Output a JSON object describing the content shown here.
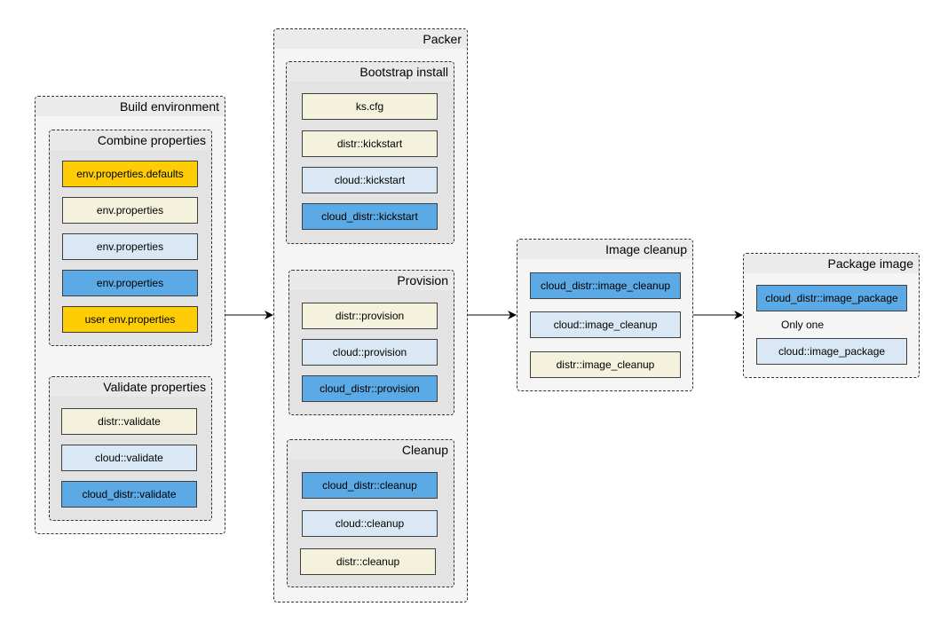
{
  "groups": {
    "build_environment": "Build environment",
    "combine_properties": "Combine properties",
    "validate_properties": "Validate properties",
    "packer": "Packer",
    "bootstrap_install": "Bootstrap install",
    "provision": "Provision",
    "cleanup": "Cleanup",
    "image_cleanup": "Image cleanup",
    "package_image": "Package image"
  },
  "combine": [
    {
      "label": "env.properties.defaults",
      "color": "#ffcd05"
    },
    {
      "label": "env.properties",
      "color": "#f4f1dc"
    },
    {
      "label": "env.properties",
      "color": "#d9e8f4"
    },
    {
      "label": "env.properties",
      "color": "#5ba9e5"
    },
    {
      "label": "user env.properties",
      "color": "#ffcd05"
    }
  ],
  "validate": [
    {
      "label": "distr::validate",
      "color": "#f4f1dc"
    },
    {
      "label": "cloud::validate",
      "color": "#d9e8f4"
    },
    {
      "label": "cloud_distr::validate",
      "color": "#5ba9e5"
    }
  ],
  "bootstrap": [
    {
      "label": "ks.cfg",
      "color": "#f4f1dc"
    },
    {
      "label": "distr::kickstart",
      "color": "#f4f1dc"
    },
    {
      "label": "cloud::kickstart",
      "color": "#d9e8f4"
    },
    {
      "label": "cloud_distr::kickstart",
      "color": "#5ba9e5"
    }
  ],
  "provision": [
    {
      "label": "distr::provision",
      "color": "#f4f1dc"
    },
    {
      "label": "cloud::provision",
      "color": "#d9e8f4"
    },
    {
      "label": "cloud_distr::provision",
      "color": "#5ba9e5"
    }
  ],
  "cleanup": [
    {
      "label": "cloud_distr::cleanup",
      "color": "#5ba9e5"
    },
    {
      "label": "cloud::cleanup",
      "color": "#d9e8f4"
    },
    {
      "label": "distr::cleanup",
      "color": "#f4f1dc"
    }
  ],
  "image_cleanup": [
    {
      "label": "cloud_distr::image_cleanup",
      "color": "#5ba9e5"
    },
    {
      "label": "cloud::image_cleanup",
      "color": "#d9e8f4"
    },
    {
      "label": "distr::image_cleanup",
      "color": "#f4f1dc"
    }
  ],
  "package_image": [
    {
      "label": "cloud_distr::image_package",
      "color": "#5ba9e5"
    },
    {
      "label": "cloud::image_package",
      "color": "#d9e8f4"
    }
  ],
  "package_note": "Only one"
}
